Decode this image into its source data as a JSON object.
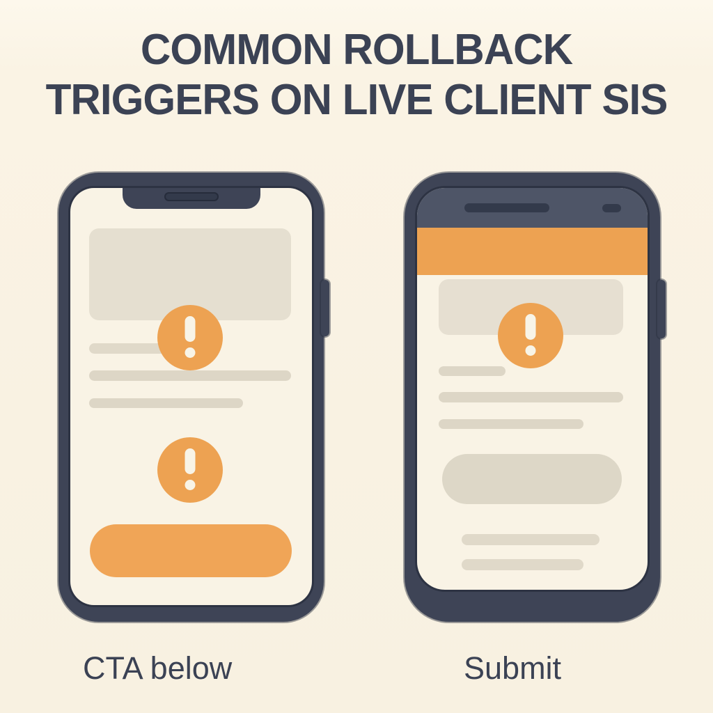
{
  "title": {
    "line1": "COMMON ROLLBACK",
    "line2": "TRIGGERS ON LIVE CLIENT SIS"
  },
  "phones": [
    {
      "style": "iphone-notch-mockup",
      "caption": "CTA below",
      "warning_markers": 2,
      "highlighted_element": "bottom CTA pill button"
    },
    {
      "style": "android-mockup",
      "caption": "Submit",
      "warning_markers": 1,
      "highlighted_element": "orange app header bar"
    }
  ],
  "icons": {
    "warning": "exclamation-circle"
  },
  "colors": {
    "bg": "#faf3e4",
    "frame": "#3e4456",
    "frame-edge": "#2d3343",
    "bezel": "#4e5567",
    "slot": "#333a4b",
    "screen": "#f9f3e5",
    "orange": "#eda252",
    "orange-cta": "#f0a557",
    "beige": "#e5dfd0",
    "line": "#ddd6c6",
    "pill": "#ddd7c7",
    "ink": "#3b4254",
    "excl": "#f8f4e7"
  }
}
